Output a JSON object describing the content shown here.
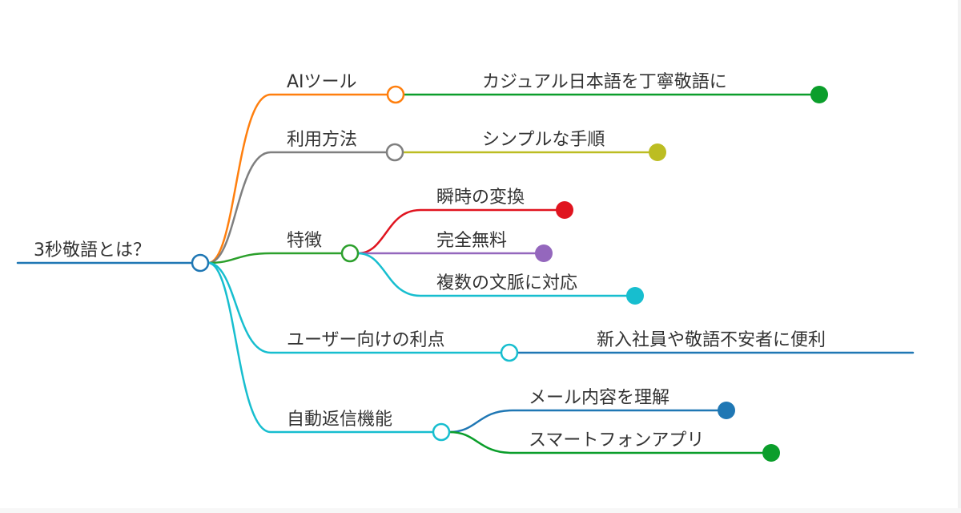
{
  "mindmap": {
    "root": {
      "id": "root",
      "label": "3秒敬語とは？",
      "color": "#1f77b4",
      "children": [
        {
          "id": "ai-tool",
          "label": "AIツール",
          "color": "#ff7f0e",
          "children": [
            {
              "id": "ai-tool-1",
              "label": "カジュアル日本語を丁寧敬語に",
              "color": "#0b9e2b",
              "children": []
            }
          ]
        },
        {
          "id": "usage",
          "label": "利用方法",
          "color": "#7f7f7f",
          "children": [
            {
              "id": "usage-1",
              "label": "シンプルな手順",
              "color": "#bcbd22",
              "children": []
            }
          ]
        },
        {
          "id": "features",
          "label": "特徴",
          "color": "#2ca02c",
          "children": [
            {
              "id": "features-1",
              "label": "瞬時の変換",
              "color": "#e0141f",
              "children": []
            },
            {
              "id": "features-2",
              "label": "完全無料",
              "color": "#9467bd",
              "children": []
            },
            {
              "id": "features-3",
              "label": "複数の文脈に対応",
              "color": "#17becf",
              "children": []
            }
          ]
        },
        {
          "id": "benefits",
          "label": "ユーザー向けの利点",
          "color": "#17becf",
          "children": [
            {
              "id": "benefits-1",
              "label": "新入社員や敬語不安者に便利",
              "color": "#1f77b4",
              "children": []
            }
          ]
        },
        {
          "id": "auto-reply",
          "label": "自動返信機能",
          "color": "#17becf",
          "children": [
            {
              "id": "auto-reply-1",
              "label": "メール内容を理解",
              "color": "#1f77b4",
              "children": []
            },
            {
              "id": "auto-reply-2",
              "label": "スマートフォンアプリ",
              "color": "#0b9e2b",
              "children": []
            }
          ]
        }
      ]
    }
  }
}
